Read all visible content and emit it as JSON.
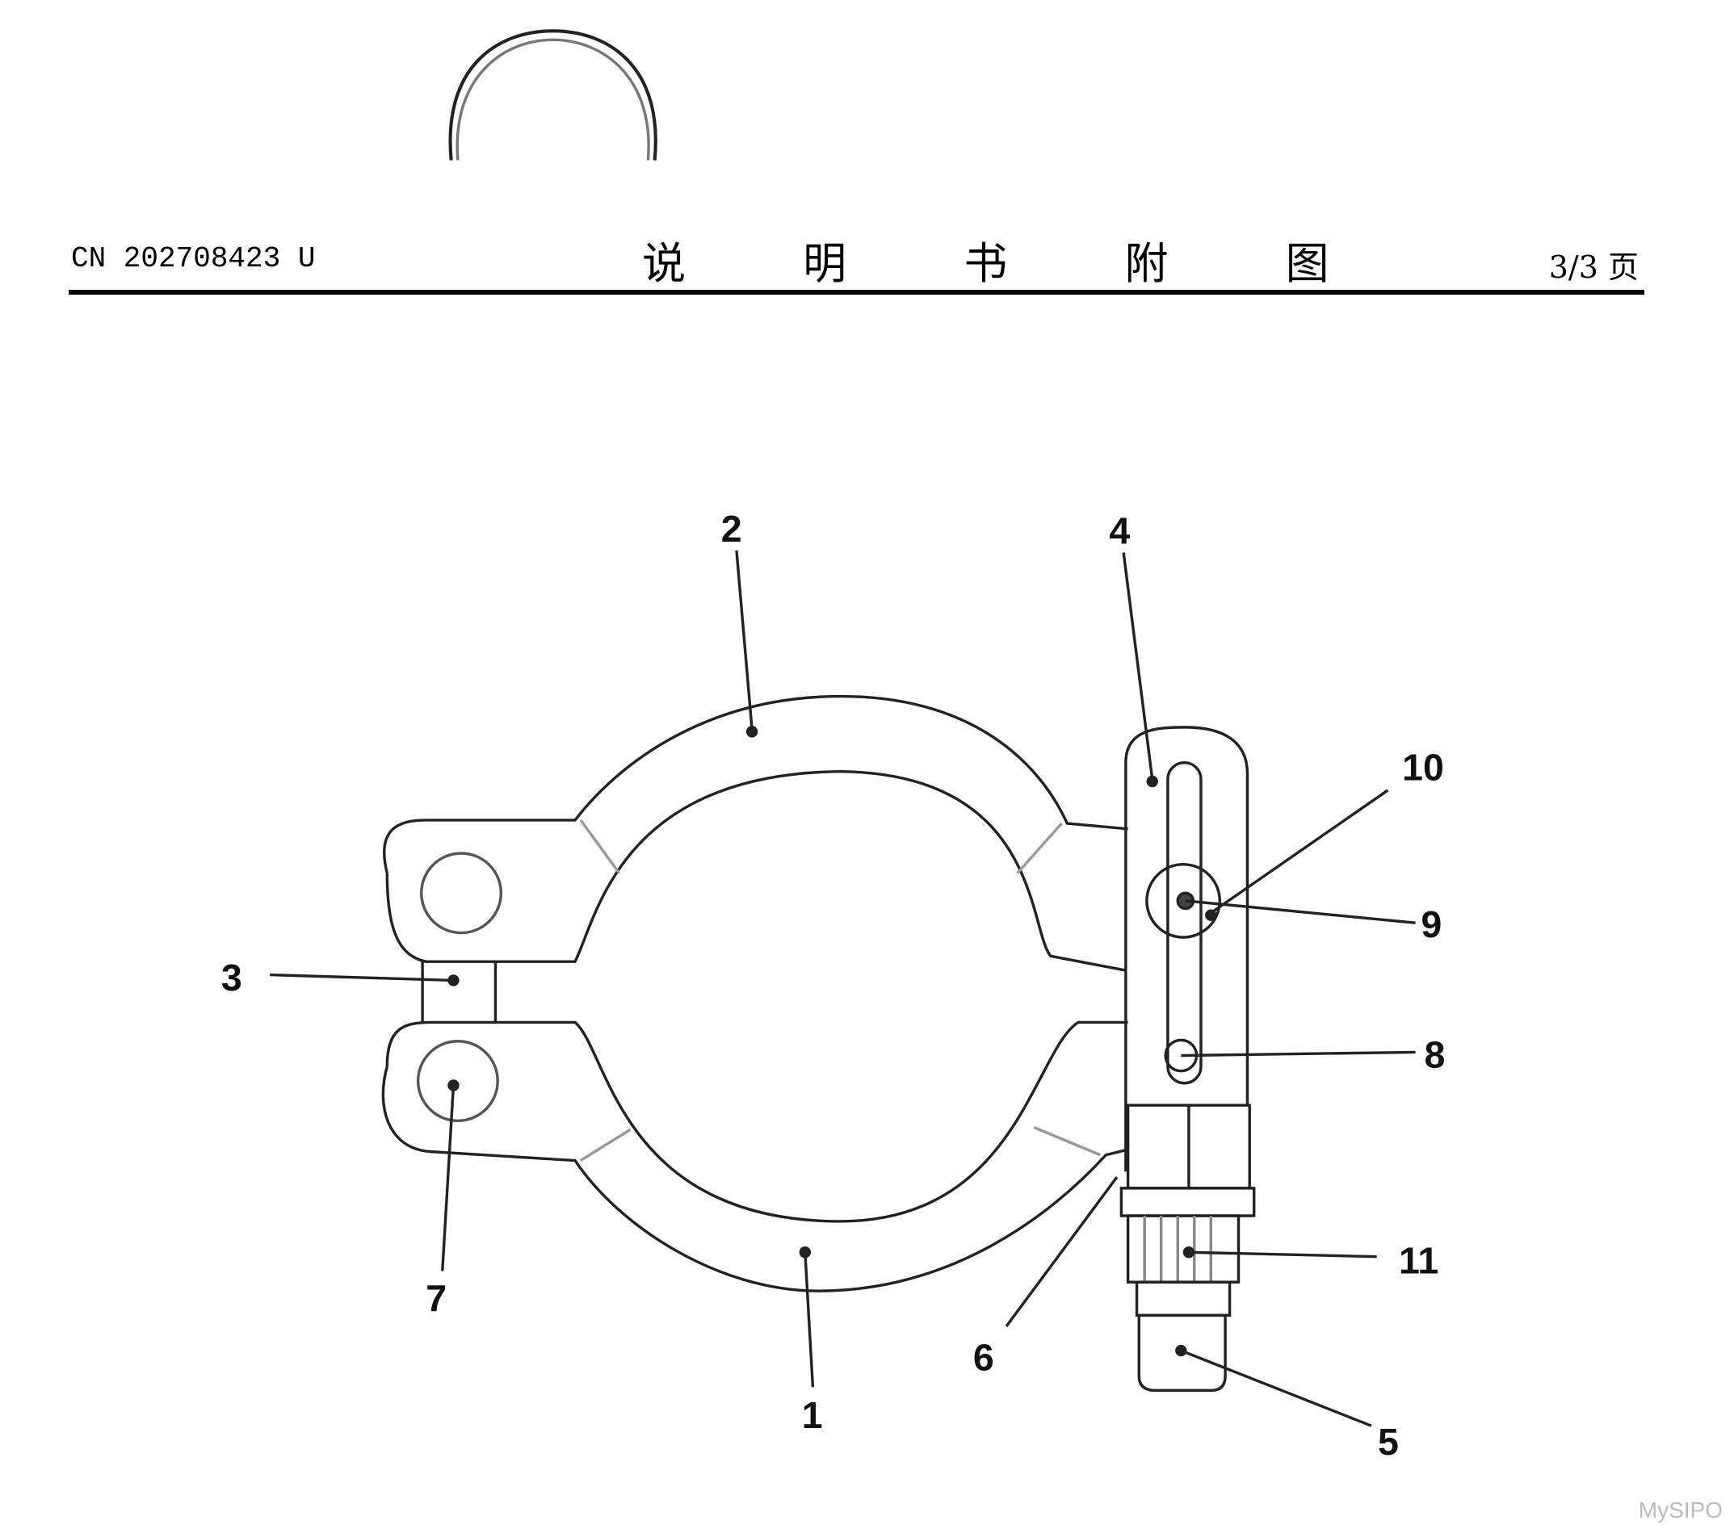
{
  "header": {
    "doc_number": "CN 202708423 U",
    "title": "说 明 书 附 图",
    "page": "3/3 页"
  },
  "figure": {
    "labels": [
      "1",
      "2",
      "3",
      "4",
      "5",
      "6",
      "7",
      "8",
      "9",
      "10",
      "11"
    ]
  },
  "watermark": "MySIPO"
}
